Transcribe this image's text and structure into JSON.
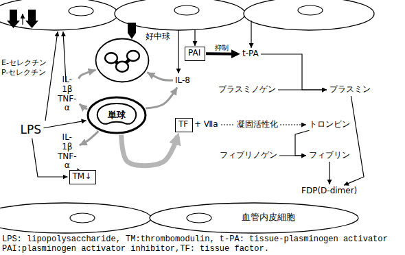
{
  "diagram": {
    "nodes": [
      {
        "text": [
          "LPS"
        ]
      },
      {
        "text": [
          "好中球"
        ]
      },
      {
        "text": [
          "単球"
        ]
      },
      {
        "text": [
          "IL-1β TNF-α"
        ]
      },
      {
        "text": [
          "IL-1β TNF-α"
        ]
      },
      {
        "text": [
          "IL-8"
        ]
      },
      {
        "text": [
          "PAI"
        ]
      },
      {
        "text": [
          "t-PA"
        ]
      },
      {
        "text": [
          "プラスミノゲン"
        ]
      },
      {
        "text": [
          "プラスミン"
        ]
      },
      {
        "text": [
          "TF"
        ]
      },
      {
        "text": [
          "凝固活性化"
        ]
      },
      {
        "text": [
          "トロンビン"
        ]
      },
      {
        "text": [
          "フィブリノゲン"
        ]
      },
      {
        "text": [
          "フィブリン"
        ]
      },
      {
        "text": [
          "FDP(D-dimer)"
        ]
      },
      {
        "text": [
          "TM↓"
        ]
      }
    ],
    "edges": [
      {
        "from": 0,
        "to": 2,
        "arrow": "to"
      },
      {
        "from": 0,
        "to": 16,
        "arrow": "to"
      },
      {
        "from": 2,
        "to": 3,
        "arrow": "to"
      },
      {
        "from": 3,
        "to": 1,
        "arrow": "to"
      },
      {
        "from": 2,
        "to": 4,
        "arrow": "to"
      },
      {
        "from": 4,
        "to": 16,
        "arrow": "to"
      },
      {
        "from": 2,
        "to": 5,
        "arrow": "to"
      },
      {
        "from": 5,
        "to": 1,
        "arrow": "to"
      },
      {
        "from": 2,
        "to": 10,
        "arrow": "to"
      },
      {
        "from": 6,
        "to": 7,
        "label": "抑制",
        "arrow": "to"
      },
      {
        "from": 7,
        "to": 9,
        "arrow": "to"
      },
      {
        "from": 8,
        "to": 9,
        "arrow": "to"
      },
      {
        "from": 11,
        "to": 12,
        "arrow": "to"
      },
      {
        "from": 12,
        "to": 14,
        "arrow": "to"
      },
      {
        "from": 13,
        "to": 14,
        "arrow": "to"
      },
      {
        "from": 9,
        "to": 15,
        "arrow": "to"
      },
      {
        "from": 14,
        "to": 15,
        "arrow": "to"
      }
    ],
    "labels": [
      "E-セレクチン",
      "P-セレクチン",
      "+ Ⅶa",
      "血管内皮細胞",
      "LPS: lipopolysaccharide, TM:thrombomodulin, t-PA: tissue-plasminogen activator",
      "PAI:plasminogen activator inhibitor,TF: tissue factor."
    ]
  }
}
